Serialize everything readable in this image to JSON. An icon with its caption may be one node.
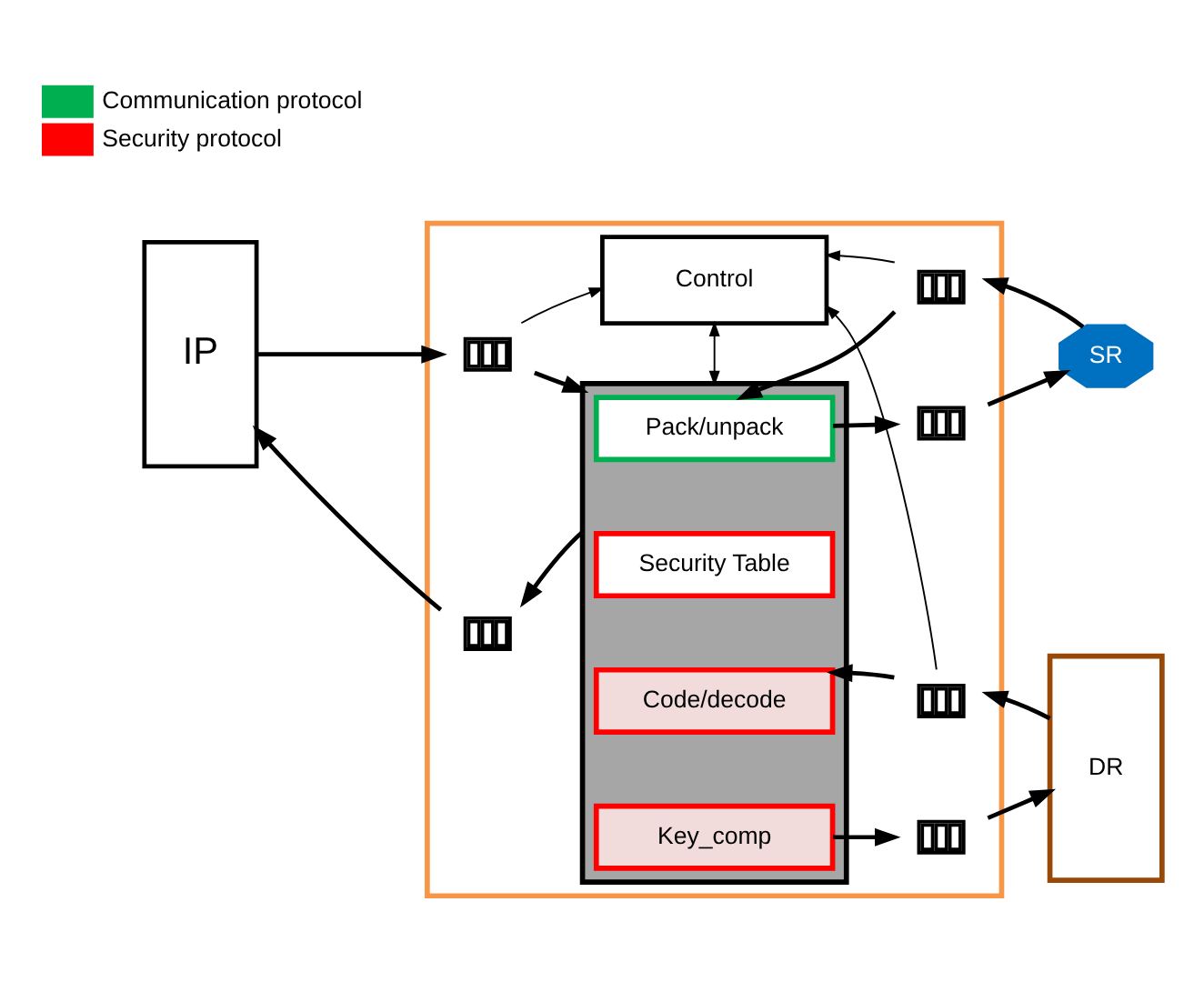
{
  "diagram": {
    "nodes": [
      {
        "text": [],
        "shape": "box"
      },
      {
        "text": [
          "IP"
        ]
      },
      {
        "text": [
          "Control"
        ],
        "in": 0
      },
      {
        "text": [],
        "shape": "box",
        "in": 0
      },
      {
        "text": [
          "Pack/unpack"
        ],
        "in": 3
      },
      {
        "text": [
          "Security Table"
        ],
        "in": 3
      },
      {
        "text": [
          "Code/decode"
        ],
        "in": 3
      },
      {
        "text": [
          "Key_comp"
        ],
        "in": 3
      },
      {
        "text": [
          "SR"
        ]
      },
      {
        "text": [
          "DR"
        ]
      },
      {
        "text": [],
        "shape": "box",
        "in": 0
      },
      {
        "text": [],
        "shape": "box",
        "in": 0
      },
      {
        "text": [],
        "shape": "box",
        "in": 0
      },
      {
        "text": [],
        "shape": "box",
        "in": 0
      },
      {
        "text": [],
        "shape": "box",
        "in": 0
      },
      {
        "text": [],
        "shape": "box",
        "in": 0
      }
    ],
    "edges": [
      {
        "from": 1,
        "to": 10,
        "arrow": "to"
      },
      {
        "from": 10,
        "to": 3,
        "arrow": "to"
      },
      {
        "from": 10,
        "to": 2,
        "arrow": "to"
      },
      {
        "from": 3,
        "to": 11,
        "arrow": "to"
      },
      {
        "from": 11,
        "to": 1,
        "arrow": "to"
      },
      {
        "from": 2,
        "to": 3,
        "arrow": "both"
      },
      {
        "from": 8,
        "to": 12,
        "arrow": "to"
      },
      {
        "from": 12,
        "to": 4,
        "arrow": "to"
      },
      {
        "from": 12,
        "to": 2,
        "arrow": "to"
      },
      {
        "from": 4,
        "to": 13,
        "arrow": "to"
      },
      {
        "from": 13,
        "to": 8,
        "arrow": "to"
      },
      {
        "from": 9,
        "to": 14,
        "arrow": "to"
      },
      {
        "from": 14,
        "to": 6,
        "arrow": "to"
      },
      {
        "from": 14,
        "to": 2,
        "arrow": "to"
      },
      {
        "from": 7,
        "to": 15,
        "arrow": "to"
      },
      {
        "from": 15,
        "to": 9,
        "arrow": "to"
      }
    ],
    "legend": [
      {
        "text": "Communication protocol",
        "color": "#00b050"
      },
      {
        "text": "Security protocol",
        "color": "#ff0000"
      }
    ]
  }
}
